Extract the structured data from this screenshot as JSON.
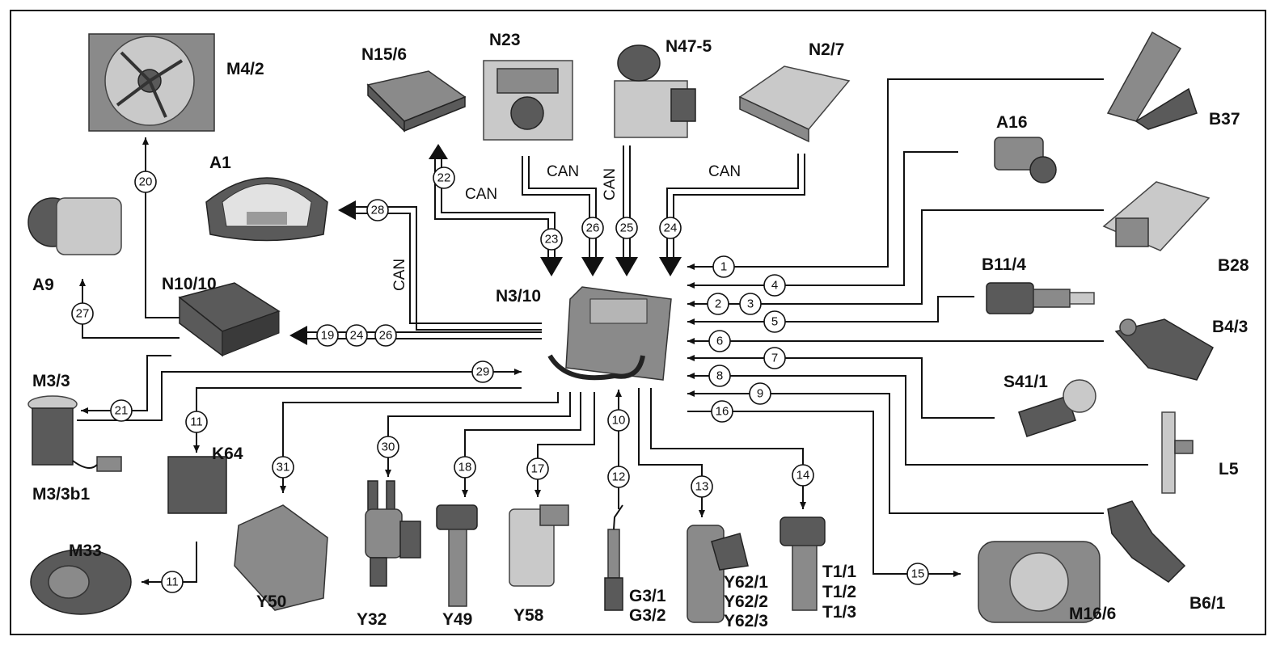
{
  "components": {
    "M4_2": "M4/2",
    "N15_6": "N15/6",
    "N23": "N23",
    "N47_5": "N47-5",
    "N2_7": "N2/7",
    "B37": "B37",
    "A16": "A16",
    "B28": "B28",
    "A1": "A1",
    "A9": "A9",
    "N10_10": "N10/10",
    "N3_10": "N3/10",
    "B11_4": "B11/4",
    "B4_3": "B4/3",
    "M3_3": "M3/3",
    "S41_1": "S41/1",
    "K64": "K64",
    "L5": "L5",
    "M3_3b1": "M3/3b1",
    "M33": "M33",
    "Y50": "Y50",
    "Y32": "Y32",
    "Y49": "Y49",
    "Y58": "Y58",
    "G3_1": "G3/1",
    "G3_2": "G3/2",
    "Y62_1": "Y62/1",
    "Y62_2": "Y62/2",
    "Y62_3": "Y62/3",
    "T1_1": "T1/1",
    "T1_2": "T1/2",
    "T1_3": "T1/3",
    "M16_6": "M16/6",
    "B6_1": "B6/1"
  },
  "bus_label": "CAN",
  "signals": {
    "s1": "1",
    "s2": "2",
    "s3": "3",
    "s4": "4",
    "s5": "5",
    "s6": "6",
    "s7": "7",
    "s8": "8",
    "s9": "9",
    "s10": "10",
    "s11": "11",
    "s12": "12",
    "s13": "13",
    "s14": "14",
    "s15": "15",
    "s16": "16",
    "s17": "17",
    "s18": "18",
    "s19": "19",
    "s20": "20",
    "s21": "21",
    "s22": "22",
    "s23": "23",
    "s24": "24",
    "s25": "25",
    "s26": "26",
    "s27": "27",
    "s28": "28",
    "s29": "29",
    "s30": "30",
    "s31": "31"
  }
}
